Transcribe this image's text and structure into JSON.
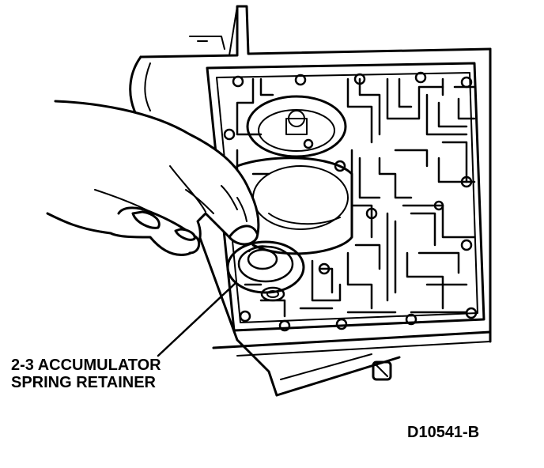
{
  "callout": {
    "line1": "2-3 ACCUMULATOR",
    "line2": "SPRING RETAINER"
  },
  "figure_id": "D10541-B",
  "colors": {
    "ink": "#000000",
    "paper": "#ffffff"
  }
}
